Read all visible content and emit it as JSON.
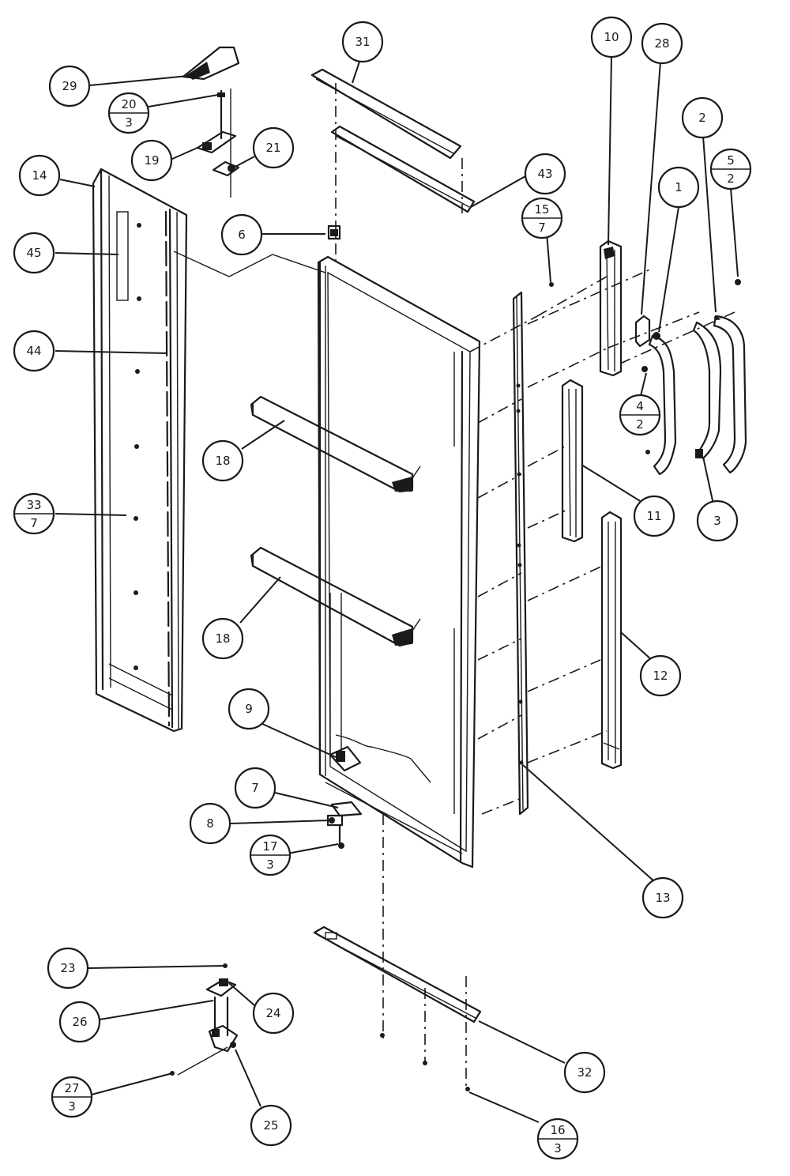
{
  "callouts": [
    {
      "id": "c29",
      "label": "29"
    },
    {
      "id": "c20",
      "label": "20",
      "sub": "3"
    },
    {
      "id": "c19",
      "label": "19"
    },
    {
      "id": "c21",
      "label": "21"
    },
    {
      "id": "c14",
      "label": "14"
    },
    {
      "id": "c45",
      "label": "45"
    },
    {
      "id": "c44",
      "label": "44"
    },
    {
      "id": "c33",
      "label": "33",
      "sub": "7"
    },
    {
      "id": "c31",
      "label": "31"
    },
    {
      "id": "c43",
      "label": "43"
    },
    {
      "id": "c6",
      "label": "6"
    },
    {
      "id": "c18a",
      "label": "18"
    },
    {
      "id": "c18b",
      "label": "18"
    },
    {
      "id": "c10",
      "label": "10"
    },
    {
      "id": "c28",
      "label": "28"
    },
    {
      "id": "c2",
      "label": "2"
    },
    {
      "id": "c5",
      "label": "5",
      "sub": "2"
    },
    {
      "id": "c1",
      "label": "1"
    },
    {
      "id": "c15",
      "label": "15",
      "sub": "7"
    },
    {
      "id": "c4",
      "label": "4",
      "sub": "2"
    },
    {
      "id": "c11",
      "label": "11"
    },
    {
      "id": "c3",
      "label": "3"
    },
    {
      "id": "c12",
      "label": "12"
    },
    {
      "id": "c9",
      "label": "9"
    },
    {
      "id": "c7",
      "label": "7"
    },
    {
      "id": "c8",
      "label": "8"
    },
    {
      "id": "c17",
      "label": "17",
      "sub": "3"
    },
    {
      "id": "c13",
      "label": "13"
    },
    {
      "id": "c23",
      "label": "23"
    },
    {
      "id": "c24",
      "label": "24"
    },
    {
      "id": "c26",
      "label": "26"
    },
    {
      "id": "c27",
      "label": "27",
      "sub": "3"
    },
    {
      "id": "c25",
      "label": "25"
    },
    {
      "id": "c32",
      "label": "32"
    },
    {
      "id": "c16",
      "label": "16",
      "sub": "3"
    }
  ]
}
